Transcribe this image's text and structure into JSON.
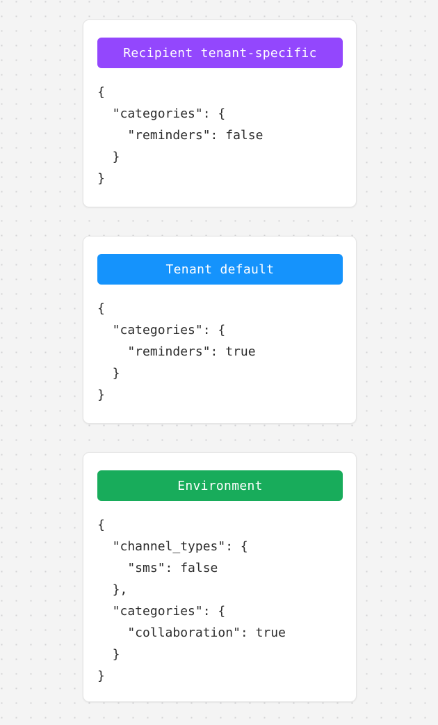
{
  "background": {
    "color": "#f4f4f4",
    "dot_color": "#d2d2d4",
    "pattern": "dot-grid"
  },
  "cards": [
    {
      "name": "recipient-tenant-specific",
      "header_label": "Recipient tenant-specific",
      "header_color": "#9347fd",
      "code": "{\n  \"categories\": {\n    \"reminders\": false\n  }\n}"
    },
    {
      "name": "tenant-default",
      "header_label": "Tenant default",
      "header_color": "#1593fc",
      "code": "{\n  \"categories\": {\n    \"reminders\": true\n  }\n}"
    },
    {
      "name": "environment",
      "header_label": "Environment",
      "header_color": "#18ac5b",
      "code": "{\n  \"channel_types\": {\n    \"sms\": false\n  },\n  \"categories\": {\n    \"collaboration\": true\n  }\n}"
    }
  ]
}
